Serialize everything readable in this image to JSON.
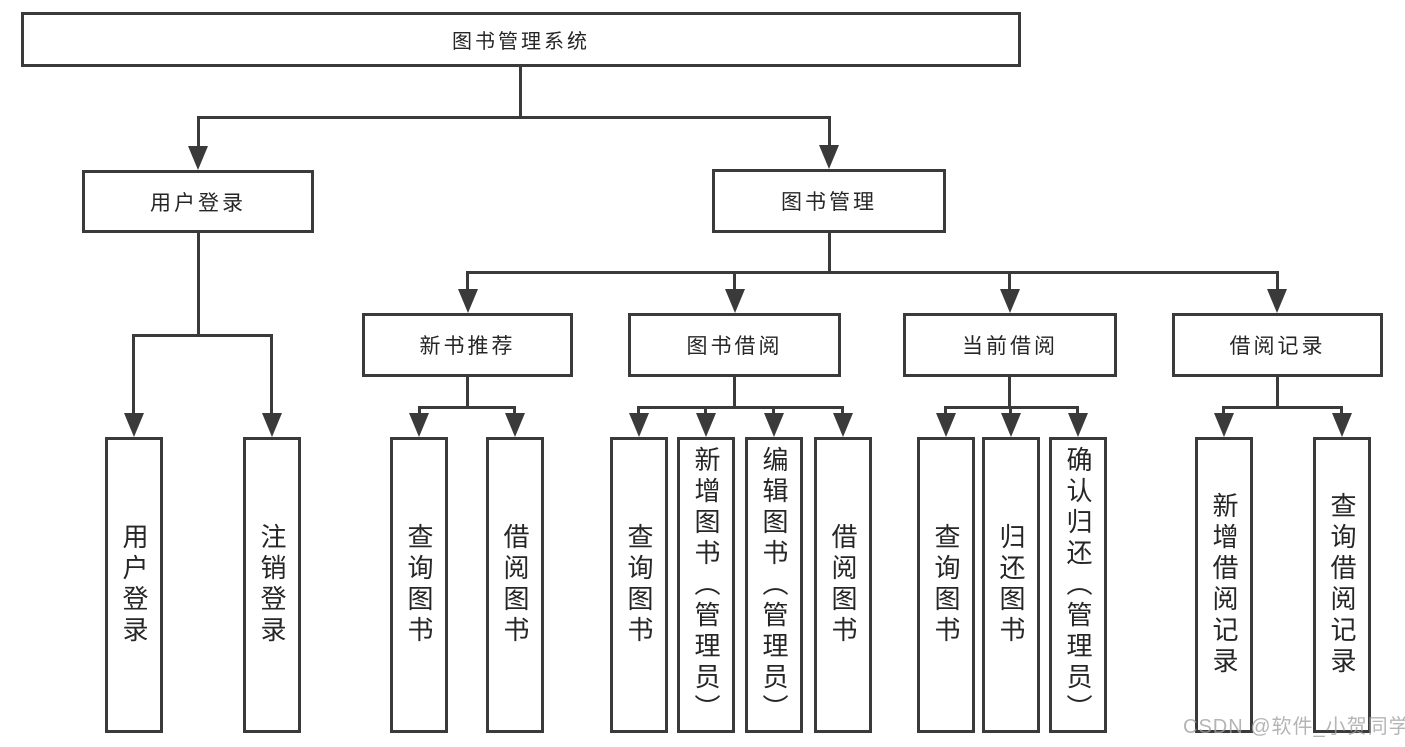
{
  "diagram": {
    "root": {
      "label": "图书管理系统"
    },
    "branches": [
      {
        "label": "用户登录",
        "children": [
          {
            "label": "用户登录"
          },
          {
            "label": "注销登录"
          }
        ]
      },
      {
        "label": "图书管理",
        "children": [
          {
            "label": "新书推荐",
            "children": [
              {
                "label": "查询图书"
              },
              {
                "label": "借阅图书"
              }
            ]
          },
          {
            "label": "图书借阅",
            "children": [
              {
                "label": "查询图书"
              },
              {
                "label": "新增图书（管理员）"
              },
              {
                "label": "编辑图书（管理员）"
              },
              {
                "label": "借阅图书"
              }
            ]
          },
          {
            "label": "当前借阅",
            "children": [
              {
                "label": "查询图书"
              },
              {
                "label": "归还图书"
              },
              {
                "label": "确认归还（管理员）"
              }
            ]
          },
          {
            "label": "借阅记录",
            "children": [
              {
                "label": "新增借阅记录"
              },
              {
                "label": "查询借阅记录"
              }
            ]
          }
        ]
      }
    ]
  },
  "watermark": {
    "text": "CSDN @软件_小贺同学"
  },
  "colors": {
    "line": "#3a3a3a",
    "text": "#262626",
    "background": "#ffffff",
    "watermark": "#a0a0a0"
  }
}
